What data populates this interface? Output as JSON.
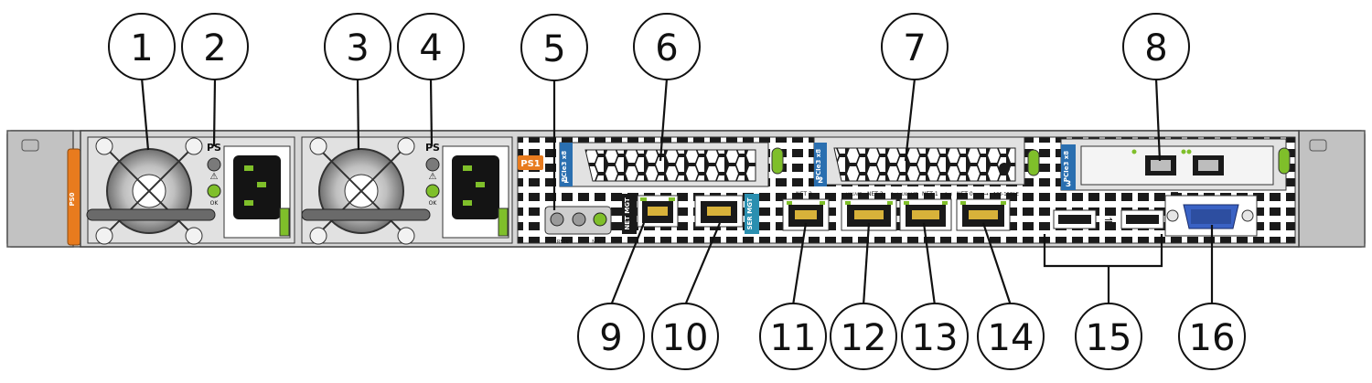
{
  "callouts": [
    {
      "id": "1",
      "label": "1"
    },
    {
      "id": "2",
      "label": "2"
    },
    {
      "id": "3",
      "label": "3"
    },
    {
      "id": "4",
      "label": "4"
    },
    {
      "id": "5",
      "label": "5"
    },
    {
      "id": "6",
      "label": "6"
    },
    {
      "id": "7",
      "label": "7"
    },
    {
      "id": "8",
      "label": "8"
    },
    {
      "id": "9",
      "label": "9"
    },
    {
      "id": "10",
      "label": "10"
    },
    {
      "id": "11",
      "label": "11"
    },
    {
      "id": "12",
      "label": "12"
    },
    {
      "id": "13",
      "label": "13"
    },
    {
      "id": "14",
      "label": "14"
    },
    {
      "id": "15",
      "label": "15"
    },
    {
      "id": "16",
      "label": "16"
    }
  ],
  "panel_labels": {
    "ps_label_1": "PS",
    "ps_label_2": "PS",
    "ps1_badge": "PS1",
    "ps0_side": "PS0",
    "pcie1": "PCIe3 x8",
    "pcie2": "PCIe3 x8",
    "pcie3": "PCIe3 x8",
    "slot1": "1",
    "slot2": "2",
    "slot3": "3",
    "net_mgt": "NET MGT",
    "ser_mgt": "SER MGT",
    "net3": "NET 3",
    "net2": "NET 2",
    "net1": "NET 1",
    "net0": "NET 0",
    "speed": "100-10GbE",
    "lnk_act_2": "LNK/ACT",
    "lnk_act_1": "LNK/ACT",
    "spd_2": "Spd",
    "spd_1": "Spd",
    "ok_1": "OK",
    "ok_2": "OK",
    "reset_lbl": "RESET",
    "nmi_lbl": "NMI"
  },
  "colors": {
    "chassis": "#d9d9d9",
    "chassis_dark": "#9a9a9a",
    "psu_fan": "#b8b8b8",
    "led_green": "#7fbf2a",
    "badge_orange": "#e87b1e",
    "pcie_blue": "#2a6fb0",
    "port_green": "#7fbf2a",
    "vga_blue": "#3a62c4"
  }
}
